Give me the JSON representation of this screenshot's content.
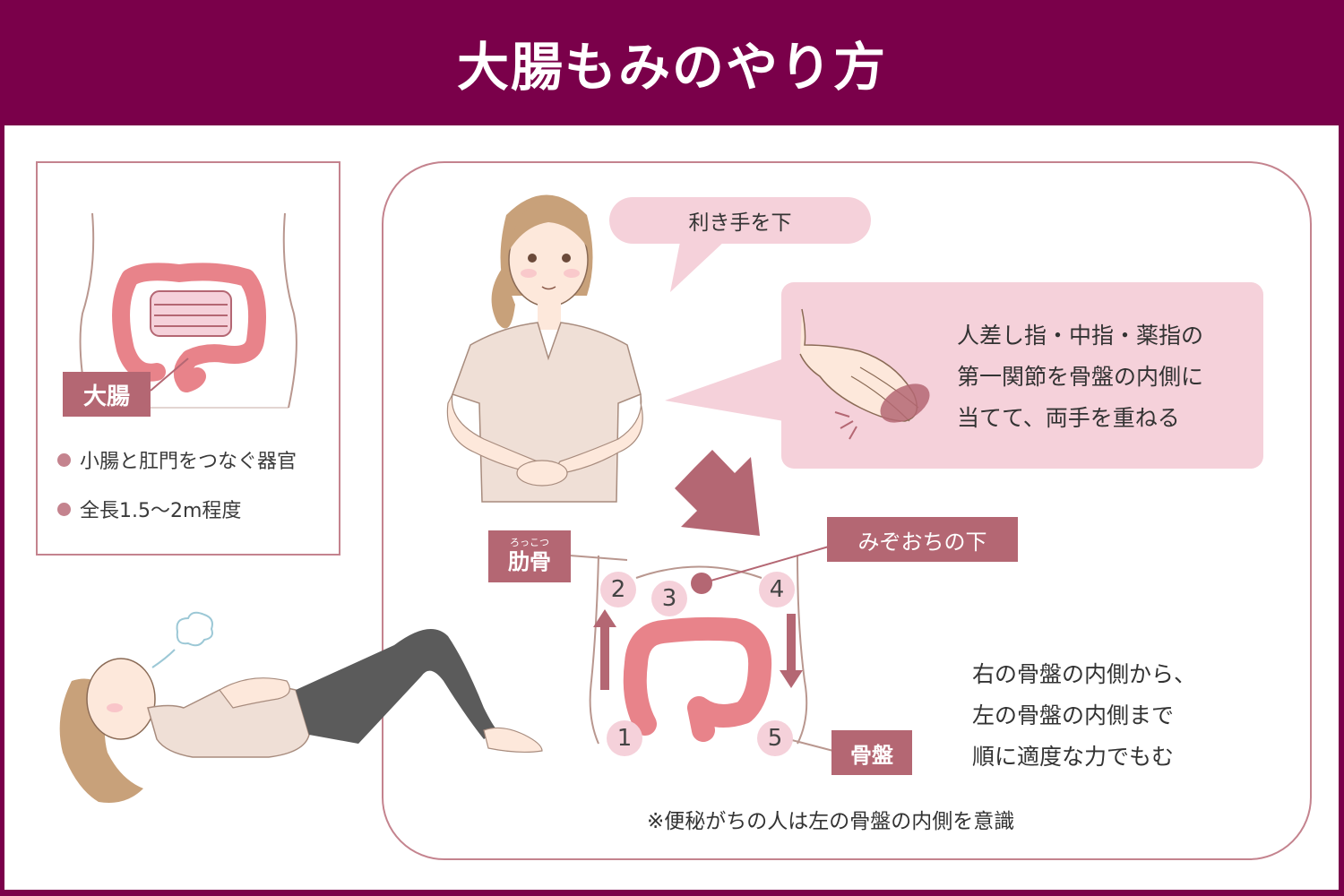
{
  "title": "大腸もみのやり方",
  "colors": {
    "header_bg": "#7a004a",
    "accent": "#b46773",
    "light_pink": "#f5d1da",
    "intestine": "#e8838a",
    "border": "#c4838e"
  },
  "info_box": {
    "label": "大腸",
    "bullets": [
      "小腸と肛門をつなぐ器官",
      "全長1.5～2m程度"
    ]
  },
  "bubble_top": "利き手を下",
  "hand_instruction": [
    "人差し指・中指・薬指の",
    "第一関節を骨盤の内側に",
    "当てて、両手を重ねる"
  ],
  "labels": {
    "rib_ruby": "ろっこつ",
    "rib": "肋骨",
    "solar_plexus": "みぞおちの下",
    "pelvis": "骨盤"
  },
  "steps": [
    "1",
    "2",
    "3",
    "4",
    "5"
  ],
  "description": [
    "右の骨盤の内側から、",
    "左の骨盤の内側まで",
    "順に適度な力でもむ"
  ],
  "note": "※便秘がちの人は左の骨盤の内側を意識"
}
